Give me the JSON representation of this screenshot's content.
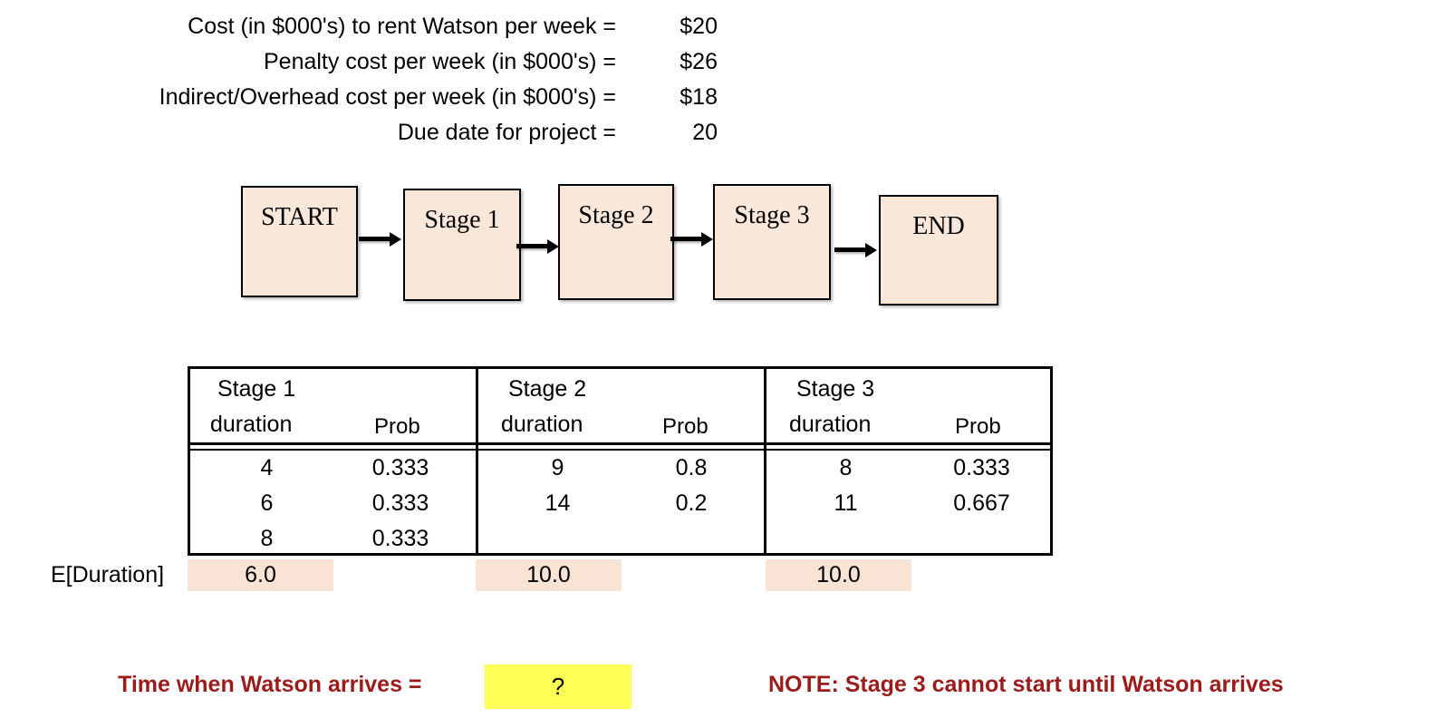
{
  "parameters": [
    {
      "label": "Cost (in $000's) to rent Watson per week =",
      "value": "$20"
    },
    {
      "label": "Penalty cost per week (in $000's) =",
      "value": "$26"
    },
    {
      "label": "Indirect/Overhead cost per week (in $000's) =",
      "value": "$18"
    },
    {
      "label": "Due date for project =",
      "value": "20"
    }
  ],
  "flow": {
    "nodes": [
      {
        "label": "START"
      },
      {
        "label": "Stage 1"
      },
      {
        "label": "Stage 2"
      },
      {
        "label": "Stage 3"
      },
      {
        "label": "END"
      }
    ]
  },
  "table": {
    "groups": [
      {
        "stage_header": "Stage 1",
        "duration_header": "duration",
        "prob_header": "Prob",
        "rows": [
          {
            "duration": "4",
            "prob": "0.333"
          },
          {
            "duration": "6",
            "prob": "0.333"
          },
          {
            "duration": "8",
            "prob": "0.333"
          }
        ]
      },
      {
        "stage_header": "Stage 2",
        "duration_header": "duration",
        "prob_header": "Prob",
        "rows": [
          {
            "duration": "9",
            "prob": "0.8"
          },
          {
            "duration": "14",
            "prob": "0.2"
          },
          {
            "duration": "",
            "prob": ""
          }
        ]
      },
      {
        "stage_header": "Stage 3",
        "duration_header": "duration",
        "prob_header": "Prob",
        "rows": [
          {
            "duration": "8",
            "prob": "0.333"
          },
          {
            "duration": "11",
            "prob": "0.667"
          },
          {
            "duration": "",
            "prob": ""
          }
        ]
      }
    ]
  },
  "expected_duration": {
    "label": "E[Duration]",
    "values": [
      "6.0",
      "10.0",
      "10.0"
    ]
  },
  "footer": {
    "watson_label": "Time when Watson arrives =",
    "watson_value": "?",
    "note": "NOTE:  Stage 3 cannot start until Watson arrives"
  },
  "colors": {
    "box_fill": "#F9E7DA",
    "highlight_fill": "#F9E3D4",
    "answer_fill": "#FFFF55",
    "accent_red": "#9C1B1B"
  }
}
